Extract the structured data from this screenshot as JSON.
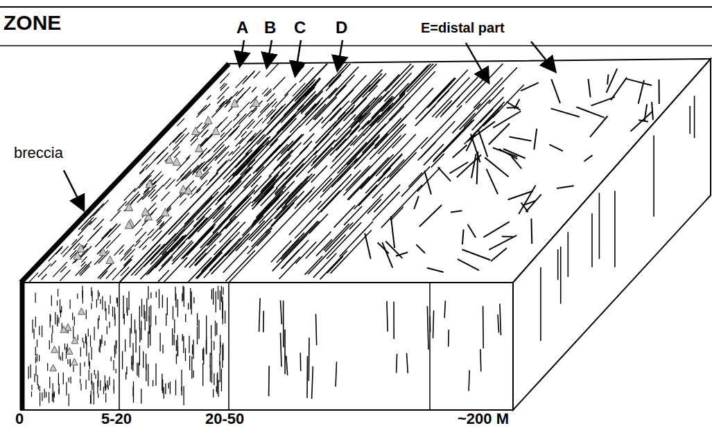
{
  "diagram": {
    "labels": [
      "ZONE",
      "A",
      "B",
      "C",
      "D",
      "E=distal part",
      "breccia",
      "0",
      "5-20",
      "20-50",
      "~200 M"
    ]
  }
}
